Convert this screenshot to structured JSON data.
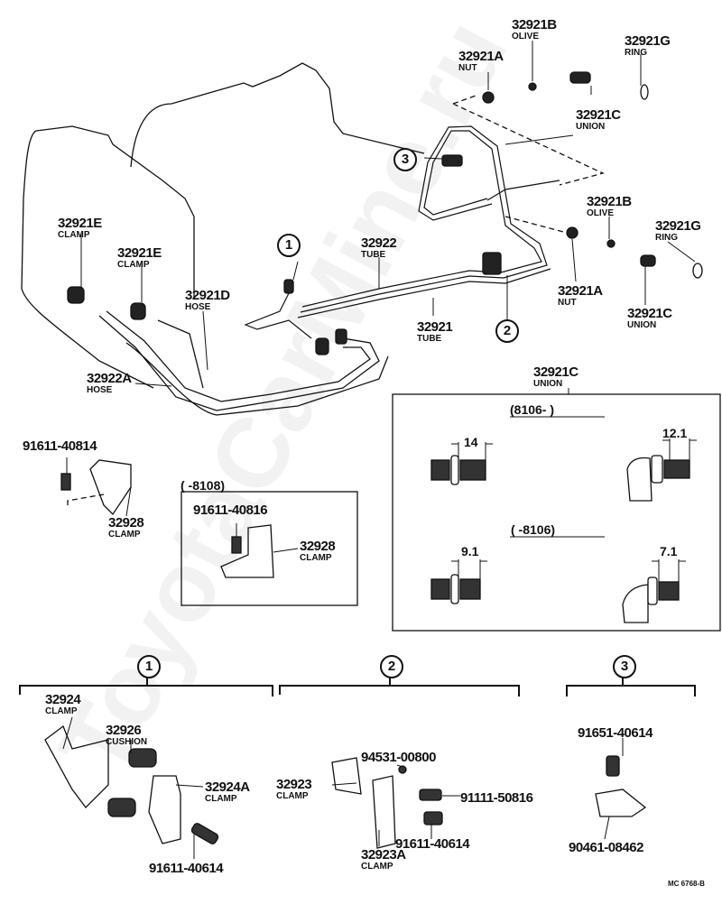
{
  "watermark": "ToyotaCarMine.ru",
  "drawing_code": "MC 6768-B",
  "labels": [
    {
      "part": "32921B",
      "name": "OLIVE"
    },
    {
      "part": "32921G",
      "name": "RING"
    },
    {
      "part": "32921A",
      "name": "NUT"
    },
    {
      "part": "32921C",
      "name": "UNION"
    },
    {
      "part": "32921B",
      "name": "OLIVE"
    },
    {
      "part": "32921G",
      "name": "RING"
    },
    {
      "part": "32921E",
      "name": "CLAMP"
    },
    {
      "part": "32921E",
      "name": "CLAMP"
    },
    {
      "part": "32922",
      "name": "TUBE"
    },
    {
      "part": "32921D",
      "name": "HOSE"
    },
    {
      "part": "32921A",
      "name": "NUT"
    },
    {
      "part": "32921C",
      "name": "UNION"
    },
    {
      "part": "32921",
      "name": "TUBE"
    },
    {
      "part": "32922A",
      "name": "HOSE"
    },
    {
      "part": "32921C",
      "name": "UNION"
    },
    {
      "part": "91611-40814",
      "name": ""
    },
    {
      "part": "32928",
      "name": "CLAMP"
    },
    {
      "part": "91611-40816",
      "name": ""
    },
    {
      "part": "32928",
      "name": "CLAMP"
    },
    {
      "part": "32924",
      "name": "CLAMP"
    },
    {
      "part": "32926",
      "name": "CUSHION"
    },
    {
      "part": "32924A",
      "name": "CLAMP"
    },
    {
      "part": "91611-40614",
      "name": ""
    },
    {
      "part": "94531-00800",
      "name": ""
    },
    {
      "part": "32923",
      "name": "CLAMP"
    },
    {
      "part": "91111-50816",
      "name": ""
    },
    {
      "part": "91611-40614",
      "name": ""
    },
    {
      "part": "32923A",
      "name": "CLAMP"
    },
    {
      "part": "91651-40614",
      "name": ""
    },
    {
      "part": "90461-08462",
      "name": ""
    }
  ],
  "periods": {
    "union_new": "(8106-        )",
    "union_old": "(        -8106)",
    "clamp_old": "(        -8108)"
  },
  "dimensions": {
    "straight_new": "14",
    "elbow_new": "12.1",
    "straight_old": "9.1",
    "elbow_old": "7.1"
  },
  "callouts": [
    "1",
    "2",
    "3"
  ]
}
